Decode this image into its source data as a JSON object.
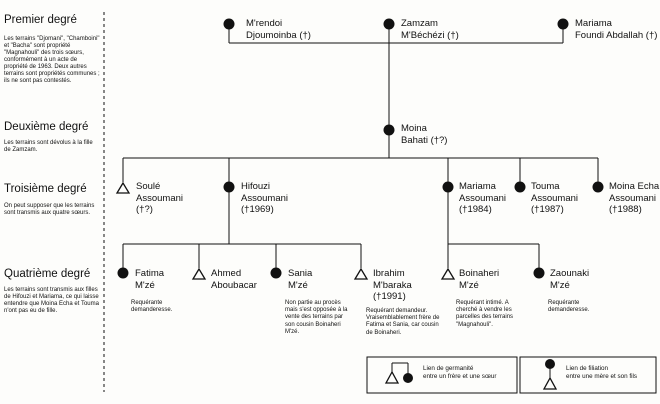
{
  "generations": [
    {
      "title": "Premier degré",
      "desc": "Les terrains \"Djomani\", \"Chamboini\" et \"Bacha\" sont propriété \"Magnahouli\" des trois sœurs, conformément à un acte de propriété de 1963. Deux autres terrains sont propriétés communes ; ils ne sont pas contestés."
    },
    {
      "title": "Deuxième degré",
      "desc": "Les terrains sont dévolus à la fille de Zamzam."
    },
    {
      "title": "Troisième degré",
      "desc": "On peut supposer que les terrains sont transmis aux quatre sœurs."
    },
    {
      "title": "Quatrième degré",
      "desc": "Les terrains sont transmis aux filles de Hifouzi et Mariama, ce qui laisse entendre que Moina Echa et Touma n'ont pas eu de fille."
    }
  ],
  "people": {
    "mrendoi": {
      "line1": "M'rendoi",
      "line2": "Djoumoinba (†)"
    },
    "zamzam": {
      "line1": "Zamzam",
      "line2": "M'Béchézi (†)"
    },
    "mariama1": {
      "line1": "Mariama",
      "line2": "Foundi Abdallah (†)"
    },
    "moina": {
      "line1": "Moina",
      "line2": "Bahati (†?)"
    },
    "soule": {
      "line1": "Soulé",
      "line2": "Assoumani",
      "line3": "(†?)"
    },
    "hifouzi": {
      "line1": "Hifouzi",
      "line2": "Assoumani",
      "line3": "(†1969)"
    },
    "mariama2": {
      "line1": "Mariama",
      "line2": "Assoumani",
      "line3": "(†1984)"
    },
    "touma": {
      "line1": "Touma",
      "line2": "Assoumani",
      "line3": "(†1987)"
    },
    "moinaecha": {
      "line1": "Moina Echa",
      "line2": "Assoumani",
      "line3": "(†1988)"
    },
    "fatima": {
      "line1": "Fatima",
      "line2": "M'zé",
      "note": "Requérante demanderesse."
    },
    "ahmed": {
      "line1": "Ahmed",
      "line2": "Aboubacar"
    },
    "sania": {
      "line1": "Sania",
      "line2": "M'zé",
      "note": "Non partie au procès mais s'est opposée à la vente des terrains par son cousin Boinaheri M'zé."
    },
    "ibrahim": {
      "line1": "Ibrahim",
      "line2": "M'baraka",
      "line3": "(†1991)",
      "note": "Requérant demandeur. Vraisemblablement frère de Fatima et Sania, car cousin de Boinaheri."
    },
    "boinaheri": {
      "line1": "Boinaheri",
      "line2": "M'zé",
      "note": "Requérant intimé. A cherché à vendre les parcelles des terrains \"Magnahouli\"."
    },
    "zaounaki": {
      "line1": "Zaounaki",
      "line2": "M'zé",
      "note": "Requérante demanderesse."
    }
  },
  "legend": {
    "sibling_line1": "Lien de germanité",
    "sibling_line2": "entre un frère et une sœur",
    "filiation_line1": "Lien de filiation",
    "filiation_line2": "entre une mère et son fils"
  },
  "colors": {
    "ink": "#111111"
  }
}
